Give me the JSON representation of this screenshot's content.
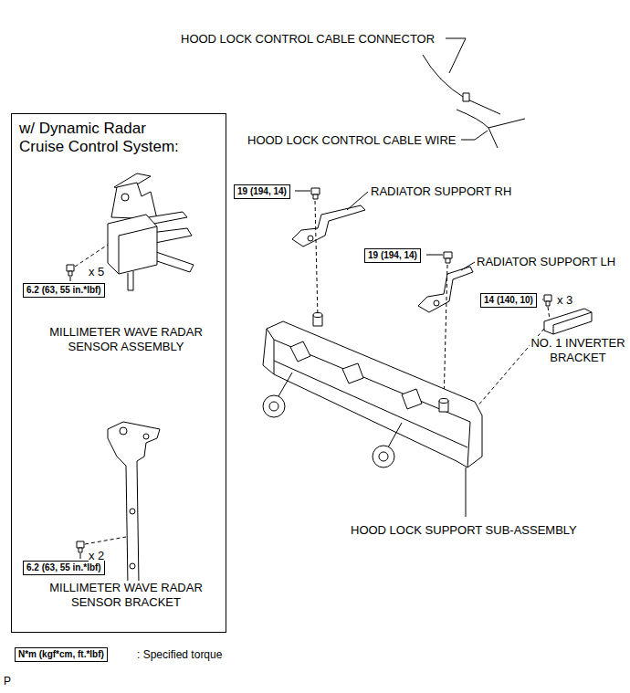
{
  "diagram": {
    "nodes": [
      {
        "text": [
          "w/ Dynamic Radar Cruise Control System:"
        ]
      },
      {
        "text": [
          "6.2 (63, 55 in.*lbf)"
        ],
        "in": 0
      },
      {
        "text": [
          "6.2 (63, 55 in.*lbf)"
        ],
        "in": 0
      },
      {
        "text": [
          "19 (194, 14)"
        ]
      },
      {
        "text": [
          "19 (194, 14)"
        ]
      },
      {
        "text": [
          "14 (140, 10)"
        ]
      },
      {
        "text": [
          "N*m (kgf*cm, ft.*lbf)"
        ]
      }
    ],
    "labels": [
      "HOOD LOCK CONTROL CABLE CONNECTOR",
      "HOOD LOCK CONTROL CABLE WIRE",
      "RADIATOR SUPPORT RH",
      "RADIATOR SUPPORT LH",
      "x 3",
      "NO. 1 INVERTER BRACKET",
      "HOOD LOCK SUPPORT SUB-ASSEMBLY",
      "x 5",
      "MILLIMETER WAVE RADAR SENSOR ASSEMBLY",
      "x 2",
      "MILLIMETER WAVE RADAR SENSOR BRACKET",
      ": Specified torque",
      "P"
    ]
  }
}
